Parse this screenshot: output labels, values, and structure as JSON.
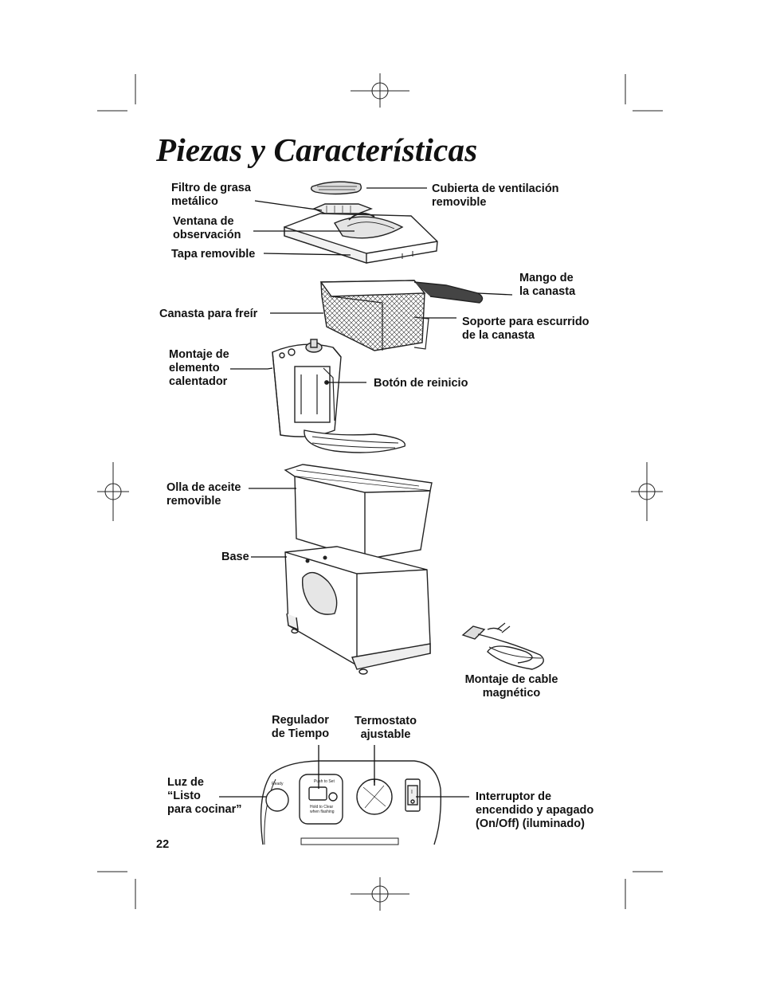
{
  "title": "Piezas y Características",
  "page_number": "22",
  "labels": {
    "filtro": "Filtro de grasa\nmetálico",
    "cubierta": "Cubierta de ventilación\nremovible",
    "ventana": "Ventana de\nobservación",
    "tapa": "Tapa removible",
    "mango": "Mango de\nla canasta",
    "canasta": "Canasta para freír",
    "soporte": "Soporte para escurrido\nde la canasta",
    "montaje_elemento": "Montaje de\nelemento\ncalentador",
    "boton_reinicio": "Botón de reinicio",
    "olla": "Olla de aceite\nremovible",
    "base": "Base",
    "cable": "Montaje de cable\nmagnético",
    "regulador": "Regulador\nde Tiempo",
    "termostato": "Termostato\najustable",
    "luz": "Luz de\n“Listo\npara cocinar”",
    "interruptor": "Interruptor de\nencendido y apagado\n(On/Off) (iluminado)"
  },
  "panel_text": {
    "ready": "Ready",
    "push_to_set": "Push to Set",
    "hold_to_clear": "Hold to Clear",
    "when_flashing": "when flashing",
    "switch_mark": "I"
  }
}
